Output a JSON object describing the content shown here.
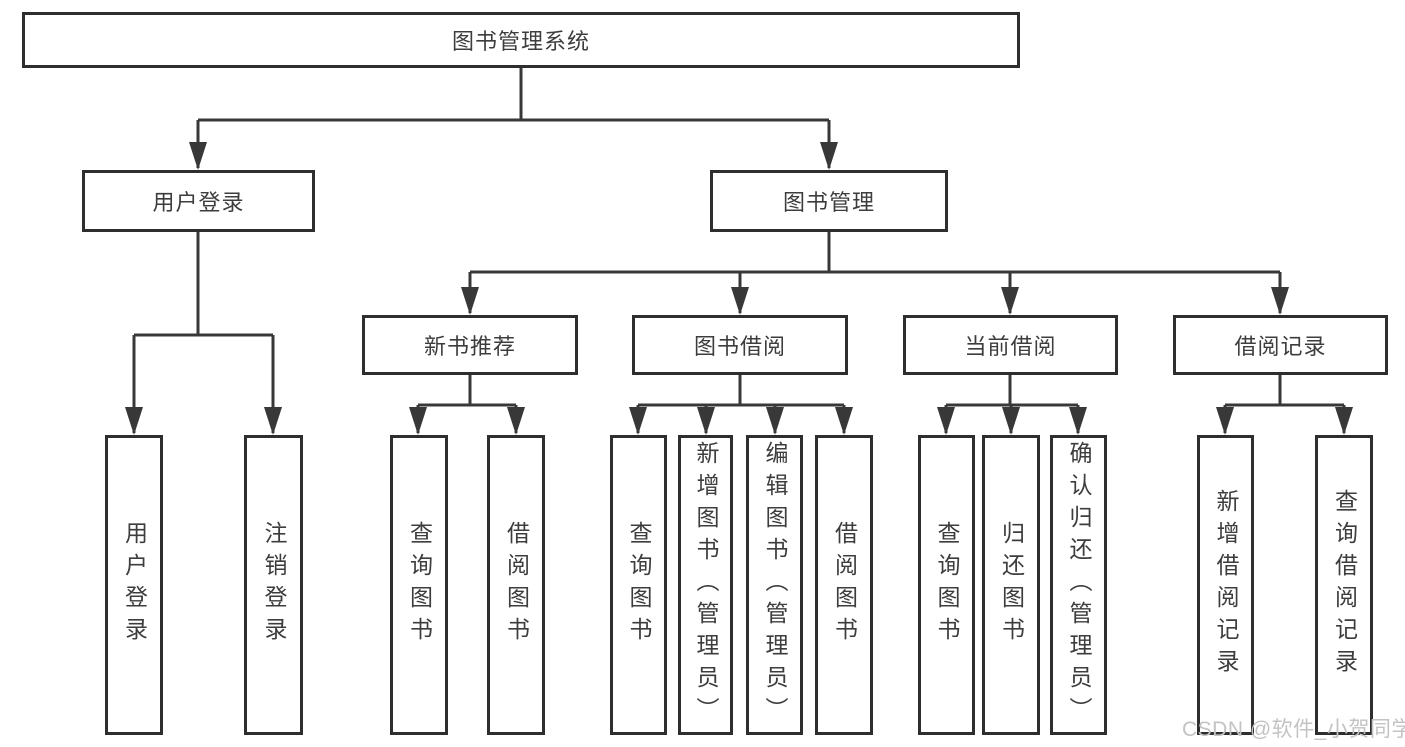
{
  "tree": {
    "root": {
      "label": "图书管理系统"
    },
    "branches": [
      {
        "label": "用户登录",
        "children": [
          {
            "label": "用户登录"
          },
          {
            "label": "注销登录"
          }
        ]
      },
      {
        "label": "图书管理",
        "children": [
          {
            "label": "新书推荐",
            "children": [
              {
                "label": "查询图书"
              },
              {
                "label": "借阅图书"
              }
            ]
          },
          {
            "label": "图书借阅",
            "children": [
              {
                "label": "查询图书"
              },
              {
                "label": "新增图书（管理员）"
              },
              {
                "label": "编辑图书（管理员）"
              },
              {
                "label": "借阅图书"
              }
            ]
          },
          {
            "label": "当前借阅",
            "children": [
              {
                "label": "查询图书"
              },
              {
                "label": "归还图书"
              },
              {
                "label": "确认归还（管理员）"
              }
            ]
          },
          {
            "label": "借阅记录",
            "children": [
              {
                "label": "新增借阅记录"
              },
              {
                "label": "查询借阅记录"
              }
            ]
          }
        ]
      }
    ]
  },
  "watermark": {
    "text": "CSDN @软件_小贺同学"
  },
  "colors": {
    "line": "#383838",
    "box_border": "#2e2e2e",
    "text": "#3d3d3d",
    "watermark": "#c3c3c3",
    "background": "#ffffff"
  }
}
